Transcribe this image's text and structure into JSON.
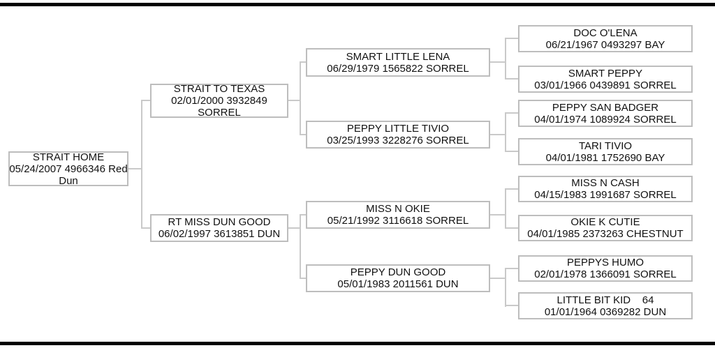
{
  "colors": {
    "page_background": "#ffffff",
    "rule_bars": "#000000",
    "box_border": "#bdbdbd",
    "connector_line": "#c9c9c9",
    "text": "#111111"
  },
  "pedigree": {
    "subject": {
      "lines": [
        "STRAIT HOME",
        "05/24/2007 4966346 Red",
        "Dun"
      ]
    },
    "sire": {
      "lines": [
        "STRAIT TO TEXAS",
        "02/01/2000 3932849",
        "SORREL"
      ]
    },
    "dam": {
      "lines": [
        "RT MISS DUN GOOD",
        "06/02/1997 3613851 DUN"
      ]
    },
    "sire_sire": {
      "lines": [
        "SMART LITTLE LENA",
        "06/29/1979 1565822 SORREL"
      ]
    },
    "sire_dam": {
      "lines": [
        "PEPPY LITTLE TIVIO",
        "03/25/1993 3228276 SORREL"
      ]
    },
    "dam_sire": {
      "lines": [
        "MISS N OKIE",
        "05/21/1992 3116618 SORREL"
      ]
    },
    "dam_dam": {
      "lines": [
        "PEPPY DUN GOOD",
        "05/01/1983 2011561 DUN"
      ]
    },
    "sire_sire_sire": {
      "lines": [
        "DOC O'LENA",
        "06/21/1967 0493297 BAY"
      ]
    },
    "sire_sire_dam": {
      "lines": [
        "SMART PEPPY",
        "03/01/1966 0439891 SORREL"
      ]
    },
    "sire_dam_sire": {
      "lines": [
        "PEPPY SAN BADGER",
        "04/01/1974 1089924 SORREL"
      ]
    },
    "sire_dam_dam": {
      "lines": [
        "TARI TIVIO",
        "04/01/1981 1752690 BAY"
      ]
    },
    "dam_sire_sire": {
      "lines": [
        "MISS N CASH",
        "04/15/1983 1991687 SORREL"
      ]
    },
    "dam_sire_dam": {
      "lines": [
        "OKIE K CUTIE",
        "04/01/1985 2373263 CHESTNUT"
      ]
    },
    "dam_dam_sire": {
      "lines": [
        "PEPPYS HUMO",
        "02/01/1978 1366091 SORREL"
      ]
    },
    "dam_dam_dam": {
      "lines": [
        "LITTLE BIT KID    64",
        "01/01/1964 0369282 DUN"
      ]
    }
  }
}
